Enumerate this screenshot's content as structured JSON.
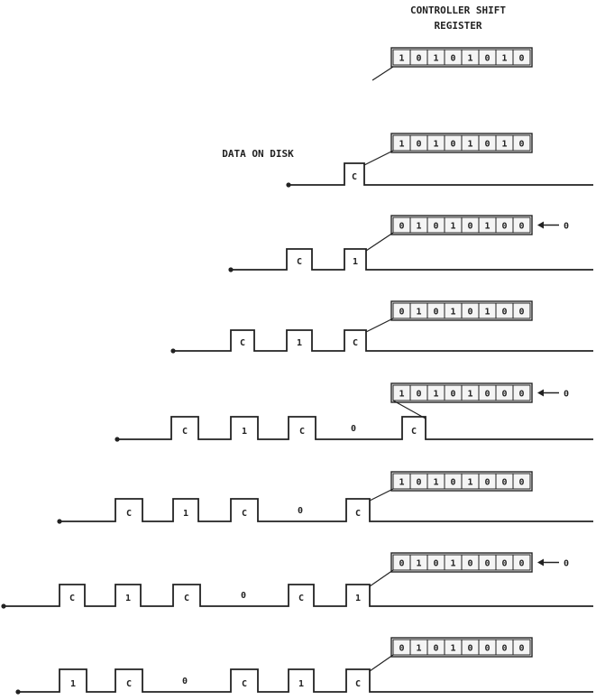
{
  "title_line1": "CONTROLLER SHIFT",
  "title_line2": "REGISTER",
  "data_label": "DATA ON DISK",
  "register_rows": [
    {
      "bits": "10101010",
      "incoming": ""
    },
    {
      "bits": "10101010",
      "incoming": ""
    },
    {
      "bits": "01010100",
      "incoming": "0"
    },
    {
      "bits": "01010100",
      "incoming": ""
    },
    {
      "bits": "10101000",
      "incoming": "0"
    },
    {
      "bits": "10101000",
      "incoming": ""
    },
    {
      "bits": "01010000",
      "incoming": "0"
    },
    {
      "bits": "01010000",
      "incoming": ""
    }
  ],
  "waveforms": [
    {
      "pulses": [
        "C"
      ],
      "gaps": []
    },
    {
      "pulses": [
        "C",
        "1"
      ],
      "gaps": []
    },
    {
      "pulses": [
        "C",
        "1",
        "C"
      ],
      "gaps": []
    },
    {
      "pulses": [
        "C",
        "1",
        "C",
        "",
        "C"
      ],
      "gaps": [
        "0"
      ]
    },
    {
      "pulses": [
        "C",
        "1",
        "C",
        "",
        "C"
      ],
      "gaps": [
        "0"
      ]
    },
    {
      "pulses": [
        "C",
        "1",
        "C",
        "",
        "C",
        "1"
      ],
      "gaps": [
        "0"
      ]
    },
    {
      "pulses": [
        "1",
        "C",
        "",
        "C",
        "1",
        "C"
      ],
      "gaps": [
        "0"
      ]
    }
  ]
}
